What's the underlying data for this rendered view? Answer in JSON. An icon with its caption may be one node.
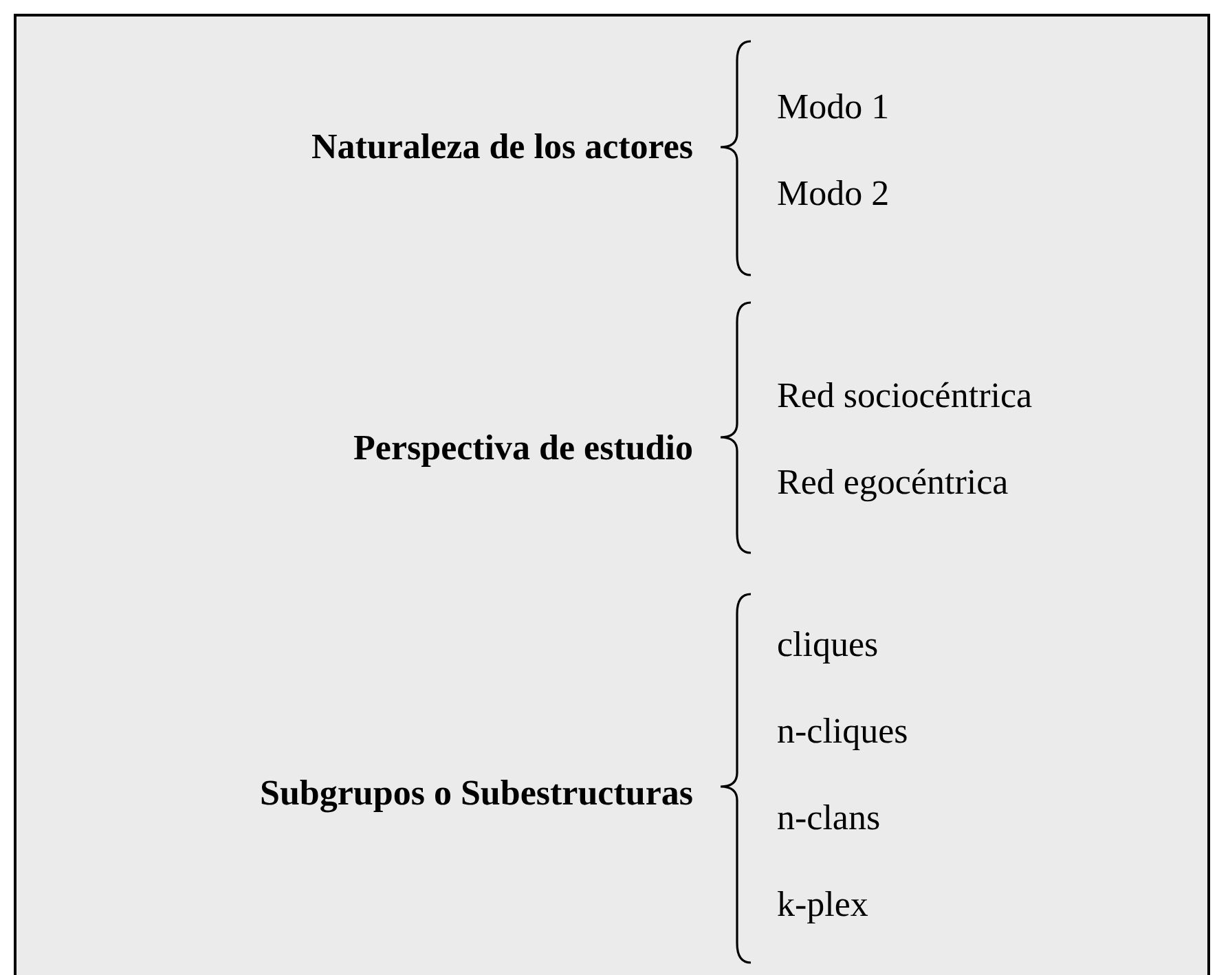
{
  "diagram": {
    "labels": [
      "Naturaleza de los actores",
      "Modo 1",
      "Modo 2",
      "Perspectiva de estudio",
      "Red sociocéntrica",
      "Red egocéntrica",
      "Subgrupos o Subestructuras",
      "cliques",
      "n-cliques",
      "n-clans",
      "k-plex"
    ]
  }
}
